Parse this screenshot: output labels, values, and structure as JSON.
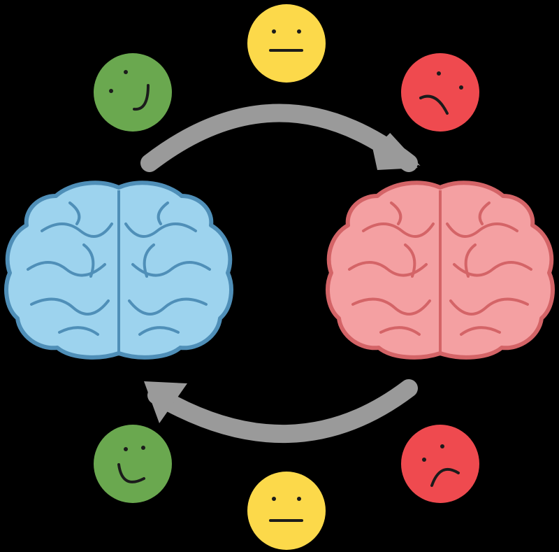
{
  "colors": {
    "background": "#000000",
    "arrow": "#9a9a9a",
    "brain_left_fill": "#9dd3ee",
    "brain_left_stroke": "#4f8fb8",
    "brain_right_fill": "#f4a0a2",
    "brain_right_stroke": "#d46467",
    "happy_fill": "#6aa84f",
    "neutral_fill": "#fcd94a",
    "sad_fill": "#ef4a4f",
    "face_ink": "#1b1b1b"
  },
  "brains": [
    {
      "name": "brain-left-blue",
      "mood": "calm"
    },
    {
      "name": "brain-right-red",
      "mood": "stressed"
    }
  ],
  "arrows": [
    {
      "name": "arrow-top",
      "direction": "left-to-right"
    },
    {
      "name": "arrow-bottom",
      "direction": "right-to-left"
    }
  ],
  "emoticons": {
    "top": [
      {
        "name": "happy-face-icon",
        "mood": "happy"
      },
      {
        "name": "neutral-face-icon",
        "mood": "neutral"
      },
      {
        "name": "sad-face-icon",
        "mood": "sad"
      }
    ],
    "bottom": [
      {
        "name": "happy-face-icon",
        "mood": "happy"
      },
      {
        "name": "neutral-face-icon",
        "mood": "neutral"
      },
      {
        "name": "sad-face-icon",
        "mood": "sad"
      }
    ]
  }
}
